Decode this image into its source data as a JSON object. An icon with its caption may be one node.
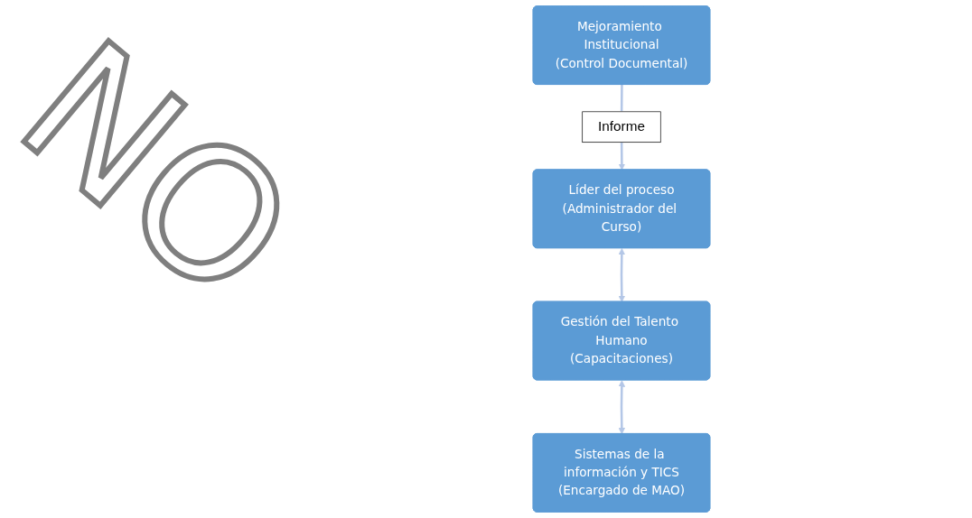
{
  "diagram": {
    "nodes": [
      {
        "text": [
          "Líder del proceso",
          "(Administrador del Curso)"
        ]
      },
      {
        "text": [
          "Mejoramiento Institucional",
          "(Control Documental)"
        ]
      },
      {
        "text": [
          "Gestión del Talento Humano",
          "(Capacitaciones)"
        ]
      },
      {
        "text": [
          "Sistemas de la información y TICS",
          "(Encargado de MAO)"
        ]
      }
    ],
    "edges": [
      {
        "from": 1,
        "to": 0,
        "arrow": "to",
        "label": "Informe"
      },
      {
        "from": 0,
        "to": 2,
        "arrow": "both"
      },
      {
        "from": 2,
        "to": 3,
        "arrow": "both"
      }
    ],
    "labels": [
      "NO"
    ]
  }
}
